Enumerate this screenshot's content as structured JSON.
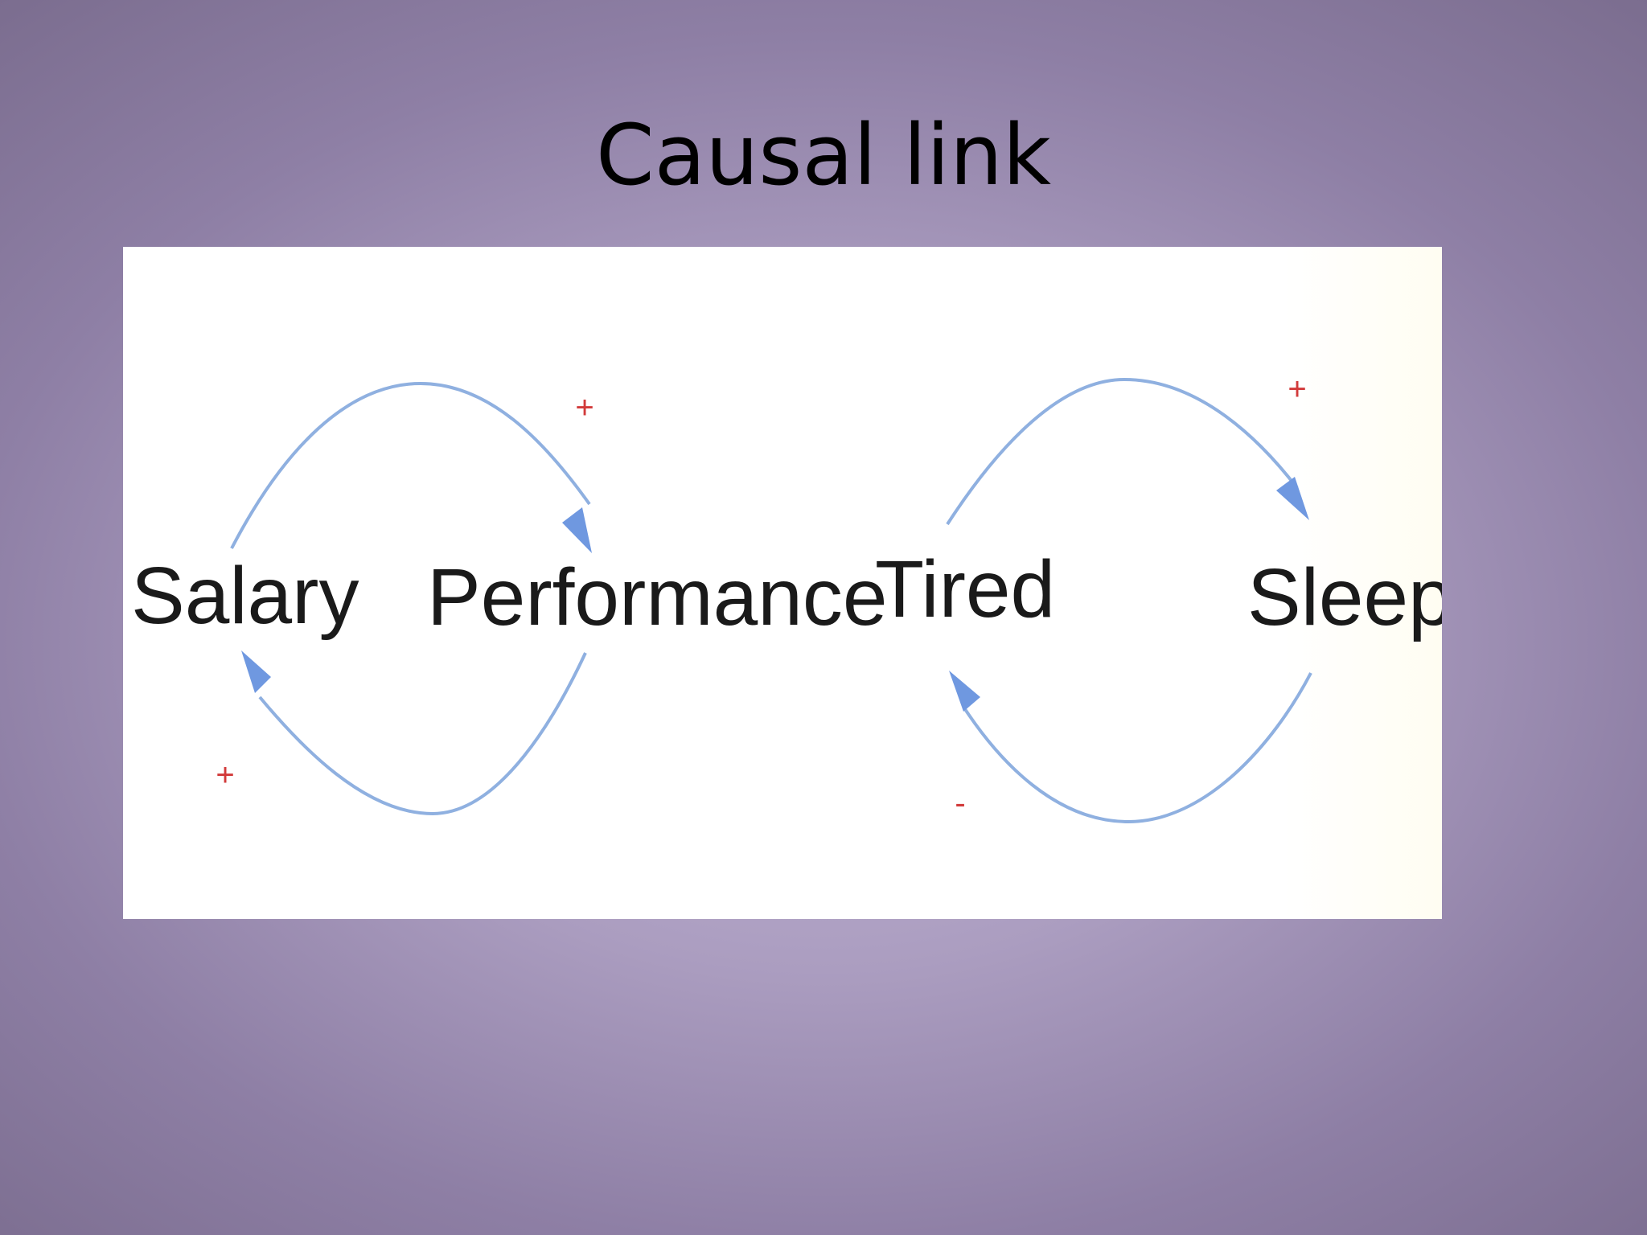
{
  "slide": {
    "title": "Causal link"
  },
  "diagram": {
    "loops": [
      {
        "from_node": "Salary",
        "to_node": "Performance",
        "top_link_polarity": "+",
        "bottom_link_polarity": "+"
      },
      {
        "from_node": "Tired",
        "to_node": "Sleep",
        "top_link_polarity": "+",
        "bottom_link_polarity": "-"
      }
    ]
  },
  "colors": {
    "link": "#8fb0e0",
    "arrowhead": "#6f98e0",
    "polarity": "#d23a3a",
    "panel": "#ffffff",
    "background": "#ab9dc0"
  }
}
